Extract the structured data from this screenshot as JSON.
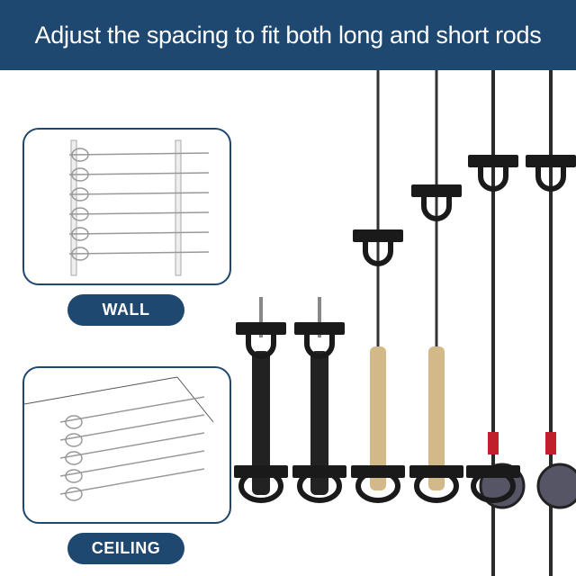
{
  "header": {
    "title": "Adjust the spacing to fit both long and short rods"
  },
  "mounts": [
    {
      "label": "WALL",
      "illustration": "wall-mounted-rod-rack"
    },
    {
      "label": "CEILING",
      "illustration": "ceiling-mounted-rod-rack"
    }
  ],
  "colors": {
    "brand": "#1f4870",
    "bracket": "#1a1a1a",
    "cork": "#d3b98a",
    "reel_accent": "#c0202a"
  }
}
